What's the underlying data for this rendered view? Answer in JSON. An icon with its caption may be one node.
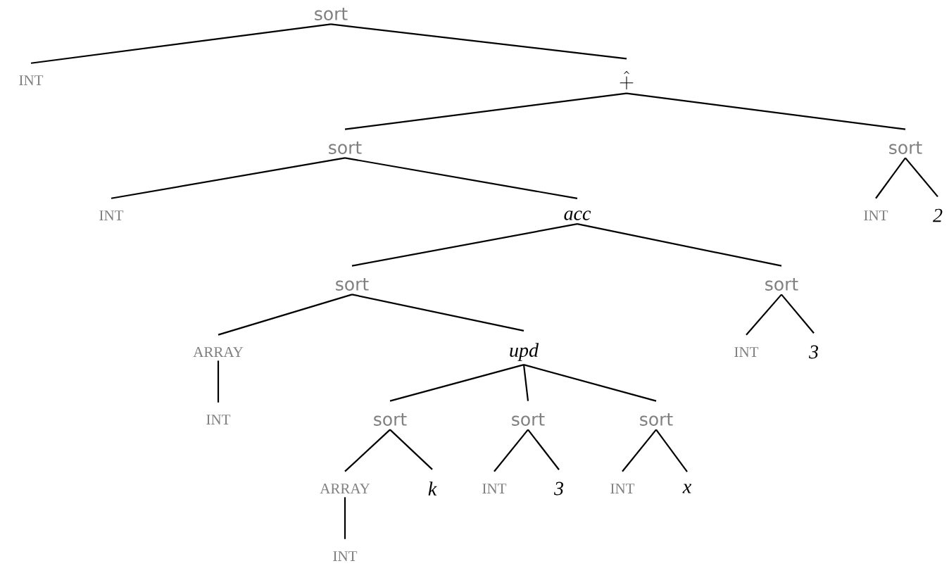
{
  "diagram": {
    "nodes": [
      {
        "text": [
          "sort"
        ]
      },
      {
        "text": [
          "INT"
        ]
      },
      {
        "text": [
          "\\hat{+}"
        ]
      },
      {
        "text": [
          "sort"
        ]
      },
      {
        "text": [
          "sort"
        ]
      },
      {
        "text": [
          "INT"
        ]
      },
      {
        "text": [
          "acc"
        ]
      },
      {
        "text": [
          "INT"
        ]
      },
      {
        "text": [
          "2"
        ]
      },
      {
        "text": [
          "sort"
        ]
      },
      {
        "text": [
          "sort"
        ]
      },
      {
        "text": [
          "ARRAY"
        ]
      },
      {
        "text": [
          "upd"
        ]
      },
      {
        "text": [
          "INT"
        ]
      },
      {
        "text": [
          "3"
        ]
      },
      {
        "text": [
          "INT"
        ]
      },
      {
        "text": [
          "sort"
        ]
      },
      {
        "text": [
          "sort"
        ]
      },
      {
        "text": [
          "sort"
        ]
      },
      {
        "text": [
          "ARRAY"
        ]
      },
      {
        "text": [
          "k"
        ]
      },
      {
        "text": [
          "INT"
        ]
      },
      {
        "text": [
          "3"
        ]
      },
      {
        "text": [
          "INT"
        ]
      },
      {
        "text": [
          "x"
        ]
      },
      {
        "text": [
          "INT"
        ]
      }
    ],
    "edges": [
      {
        "from": 0,
        "to": 1,
        "arrow": "none"
      },
      {
        "from": 0,
        "to": 2,
        "arrow": "none"
      },
      {
        "from": 2,
        "to": 3,
        "arrow": "none"
      },
      {
        "from": 2,
        "to": 4,
        "arrow": "none"
      },
      {
        "from": 3,
        "to": 5,
        "arrow": "none"
      },
      {
        "from": 3,
        "to": 6,
        "arrow": "none"
      },
      {
        "from": 4,
        "to": 7,
        "arrow": "none"
      },
      {
        "from": 4,
        "to": 8,
        "arrow": "none"
      },
      {
        "from": 6,
        "to": 9,
        "arrow": "none"
      },
      {
        "from": 6,
        "to": 10,
        "arrow": "none"
      },
      {
        "from": 9,
        "to": 11,
        "arrow": "none"
      },
      {
        "from": 9,
        "to": 12,
        "arrow": "none"
      },
      {
        "from": 10,
        "to": 13,
        "arrow": "none"
      },
      {
        "from": 10,
        "to": 14,
        "arrow": "none"
      },
      {
        "from": 11,
        "to": 15,
        "arrow": "none"
      },
      {
        "from": 12,
        "to": 16,
        "arrow": "none"
      },
      {
        "from": 12,
        "to": 17,
        "arrow": "none"
      },
      {
        "from": 12,
        "to": 18,
        "arrow": "none"
      },
      {
        "from": 16,
        "to": 19,
        "arrow": "none"
      },
      {
        "from": 16,
        "to": 20,
        "arrow": "none"
      },
      {
        "from": 17,
        "to": 21,
        "arrow": "none"
      },
      {
        "from": 17,
        "to": 22,
        "arrow": "none"
      },
      {
        "from": 18,
        "to": 23,
        "arrow": "none"
      },
      {
        "from": 18,
        "to": 24,
        "arrow": "none"
      },
      {
        "from": 19,
        "to": 25,
        "arrow": "none"
      }
    ]
  }
}
